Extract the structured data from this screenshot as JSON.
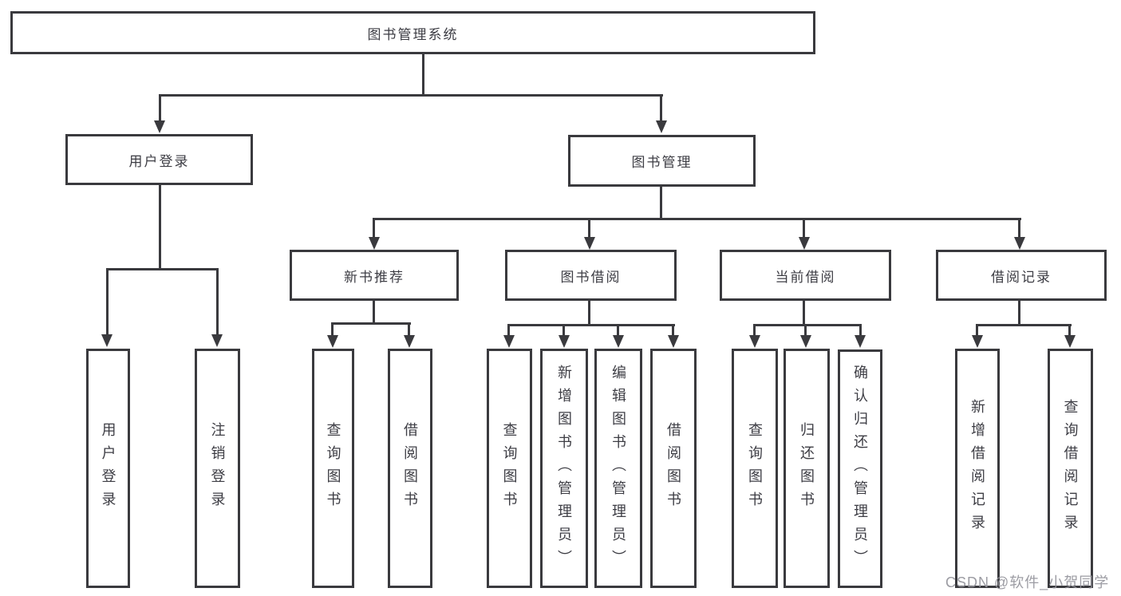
{
  "diagram": {
    "title": "图书管理系统",
    "colors": {
      "line": "#3a3a3e",
      "border": "#3a3a3e",
      "text": "#3d3d44",
      "watermark": "#94949b",
      "background": "#ffffff"
    }
  },
  "tree": {
    "label": "图书管理系统",
    "children": [
      {
        "label": "用户登录",
        "children": [
          {
            "label": "用户登录"
          },
          {
            "label": "注销登录"
          }
        ]
      },
      {
        "label": "图书管理",
        "children": [
          {
            "label": "新书推荐",
            "children": [
              {
                "label": "查询图书"
              },
              {
                "label": "借阅图书"
              }
            ]
          },
          {
            "label": "图书借阅",
            "children": [
              {
                "label": "查询图书"
              },
              {
                "label": "新增图书（管理员）"
              },
              {
                "label": "编辑图书（管理员）"
              },
              {
                "label": "借阅图书"
              }
            ]
          },
          {
            "label": "当前借阅",
            "children": [
              {
                "label": "查询图书"
              },
              {
                "label": "归还图书"
              },
              {
                "label": "确认归还（管理员）"
              }
            ]
          },
          {
            "label": "借阅记录",
            "children": [
              {
                "label": "新增借阅记录"
              },
              {
                "label": "查询借阅记录"
              }
            ]
          }
        ]
      }
    ]
  },
  "watermark": {
    "text": "CSDN @软件_小贺同学"
  }
}
